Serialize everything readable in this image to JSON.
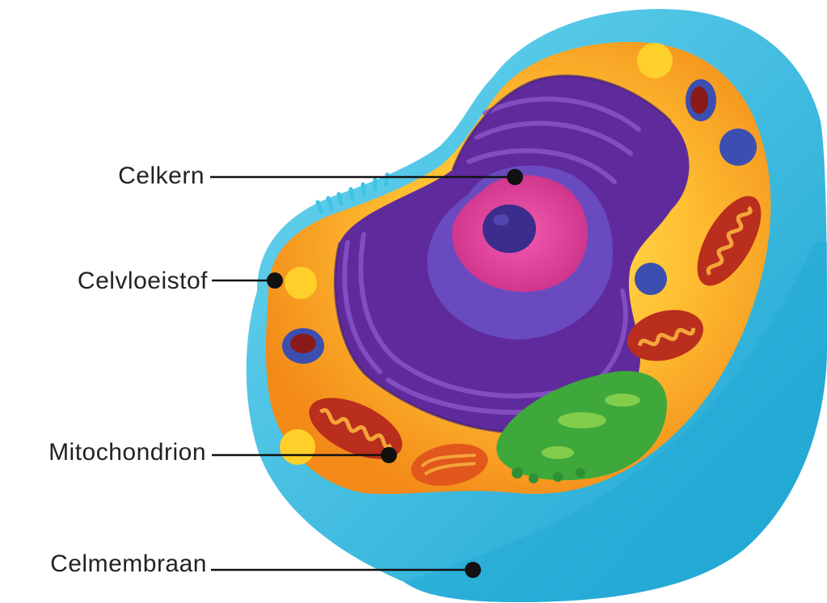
{
  "diagram": {
    "labels": {
      "nucleus": "Celkern",
      "cytoplasm": "Celvloeistof",
      "mitochondrion": "Mitochondrion",
      "membrane": "Celmembraan"
    },
    "colors": {
      "membrane": "#3ec3e6",
      "membrane_dark": "#1fa8d2",
      "cytoplasm": "#f59a1c",
      "cytoplasm_light": "#ffc234",
      "endoplasmic_reticulum": "#5f2b9c",
      "nucleus": "#e0398f",
      "nucleolus": "#3a2d8c",
      "mitochondrion": "#b92e1c",
      "golgi": "#3ea83a",
      "vesicle": "#3c4fb0",
      "leader_line": "#111111"
    }
  }
}
